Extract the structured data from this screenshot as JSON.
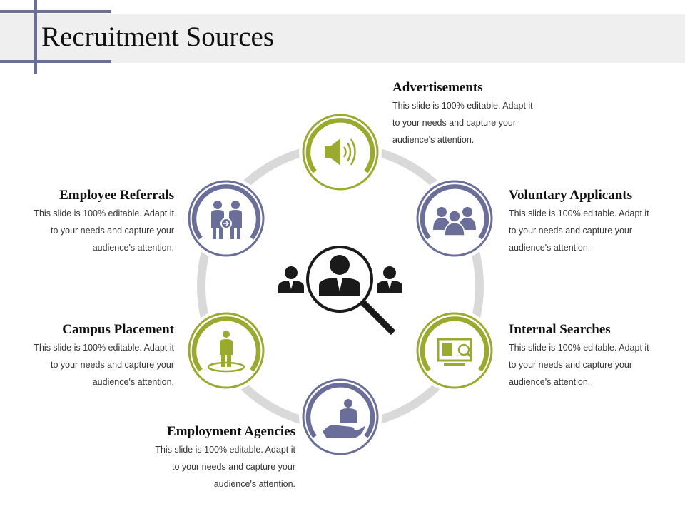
{
  "slide": {
    "title": "Recruitment Sources"
  },
  "colors": {
    "green": "#9aaa2f",
    "navy": "#6b6e99",
    "ring_gray": "#d9d9d9",
    "dark": "#1a1a1a",
    "title_band": "#efefef"
  },
  "center": {
    "icon": "candidate-search-magnifier-icon"
  },
  "sources": [
    {
      "heading": "Advertisements",
      "line1": "This slide is 100% editable. Adapt it",
      "line2": "to your needs and capture your",
      "line3": "audience's attention.",
      "icon": "speaker-icon",
      "color": "green"
    },
    {
      "heading": "Voluntary Applicants",
      "line1": "This slide is 100% editable. Adapt it",
      "line2": "to your needs and capture your",
      "line3": "audience's attention.",
      "icon": "group-of-people-icon",
      "color": "navy"
    },
    {
      "heading": "Internal Searches",
      "line1": "This slide is 100% editable. Adapt it",
      "line2": "to your needs and capture your",
      "line3": "audience's attention.",
      "icon": "monitor-search-profile-icon",
      "color": "green"
    },
    {
      "heading": "Employment Agencies",
      "line1": "This slide is 100% editable. Adapt it",
      "line2": "to your needs and capture your",
      "line3": "audience's attention.",
      "icon": "person-on-hand-icon",
      "color": "navy"
    },
    {
      "heading": "Campus Placement",
      "line1": "This slide is 100% editable. Adapt it",
      "line2": "to your needs and capture your",
      "line3": "audience's attention.",
      "icon": "person-on-spot-icon",
      "color": "green"
    },
    {
      "heading": "Employee Referrals",
      "line1": "This slide is 100% editable. Adapt it",
      "line2": "to your needs and capture your",
      "line3": "audience's attention.",
      "icon": "two-people-referral-icon",
      "color": "navy"
    }
  ]
}
